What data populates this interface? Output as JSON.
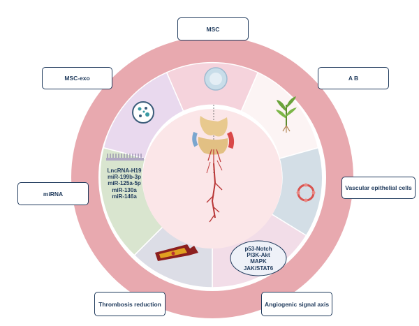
{
  "labels": {
    "msc": "MSC",
    "msc_exo": "MSC-exo",
    "ab": "A B",
    "mirna": "miRNA",
    "vascular": "Vascular epithelial cells",
    "thrombosis": "Thrombosis reduction",
    "angiogenic": "Angiogenic signal axis"
  },
  "mirna_list": [
    "LncRNA-H19",
    "miR-199b-3p",
    "miR-125a-5p",
    "miR-130a",
    "miR-146a"
  ],
  "signal_axis": [
    "p53-Notch",
    "PI3K-Akt",
    "MAPK",
    "JAK/STAT6"
  ],
  "colors": {
    "outer_ring": "#e8a9af",
    "inner_disc": "#fbe6e8",
    "callout_border": "#1f3a5c",
    "text": "#1f3a5c",
    "seg_msc": "#f5d3dc",
    "seg_ab": "#fcf4f4",
    "seg_vascular": "#d3dee6",
    "seg_axis": "#f2dde8",
    "seg_thrombosis": "#dcdde6",
    "seg_mirna": "#d9e5cf",
    "seg_exo": "#e9d9ee"
  }
}
